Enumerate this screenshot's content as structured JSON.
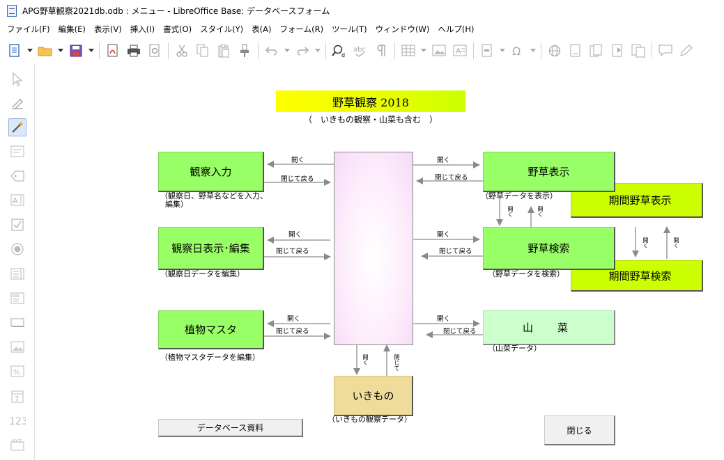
{
  "window": {
    "title": "APG野草観察2021db.odb : メニュー - LibreOffice Base: データベースフォーム"
  },
  "menu": [
    "ファイル(F)",
    "編集(E)",
    "表示(V)",
    "挿入(I)",
    "書式(O)",
    "スタイル(Y)",
    "表(A)",
    "フォーム(R)",
    "ツール(T)",
    "ウィンドウ(W)",
    "ヘルプ(H)"
  ],
  "form": {
    "title": "野草観察 2018",
    "subtitle": "（　いきもの観察・山菜も含む　）",
    "buttons": {
      "observation_input": "観察入力",
      "observation_day_edit": "観察日表示･編集",
      "plant_master": "植物マスタ",
      "wildflower_view": "野草表示",
      "period_wildflower_view": "期間野草表示",
      "wildflower_search": "野草検索",
      "period_wildflower_search": "期間野草検索",
      "sansai": "山　菜",
      "ikimono": "いきもの",
      "db_materials": "データベース資料",
      "close": "閉じる"
    },
    "notes": {
      "observation_input_1": "（観察日、野草名などを入力、",
      "observation_input_2": "編集）",
      "observation_day_edit": "（観察日データを編集）",
      "plant_master": "（植物マスタデータを編集）",
      "wildflower_view": "（野草データを表示）",
      "wildflower_search": "（野草データを検索）",
      "sansai": "（山菜データ）",
      "ikimono": "（いきもの観察データ）"
    },
    "arrow_labels": {
      "open": "開く",
      "close_return": "閉じて戻る",
      "open_v": "開く",
      "close_v": "閉じて"
    }
  },
  "colors": {
    "green_button": "#99ff66",
    "lime_button": "#ccff00",
    "pale_green_button": "#ccffcc",
    "tan_button": "#f0dc9a",
    "title_yellow": "#ffff00",
    "center_pink": "#f6d9f6",
    "arrow_gray": "#8a8a8a"
  },
  "toolbar_icons": [
    "new-document-icon",
    "open-folder-icon",
    "save-icon",
    "export-pdf-icon",
    "print-icon",
    "print-preview-icon",
    "cut-icon",
    "copy-icon",
    "paste-icon",
    "clone-formatting-icon",
    "undo-icon",
    "redo-icon",
    "find-replace-icon",
    "spelling-icon",
    "formatting-marks-icon",
    "table-icon",
    "image-icon",
    "text-box-icon",
    "field-icon",
    "special-character-icon",
    "hyperlink-icon",
    "footnote-icon",
    "endnote-icon",
    "bookmark-icon",
    "cross-reference-icon",
    "comment-icon",
    "track-changes-icon"
  ],
  "sidebar_icons": [
    "select-pointer-icon",
    "design-mode-icon",
    "wizard-icon",
    "text-box-control-icon",
    "label-control-icon",
    "formatted-field-icon",
    "check-box-icon",
    "option-button-icon",
    "list-box-icon",
    "combo-box-icon",
    "push-button-icon",
    "image-control-icon",
    "numeric-field-icon",
    "date-field-icon",
    "numeric-123-icon",
    "xyz-field-icon"
  ]
}
